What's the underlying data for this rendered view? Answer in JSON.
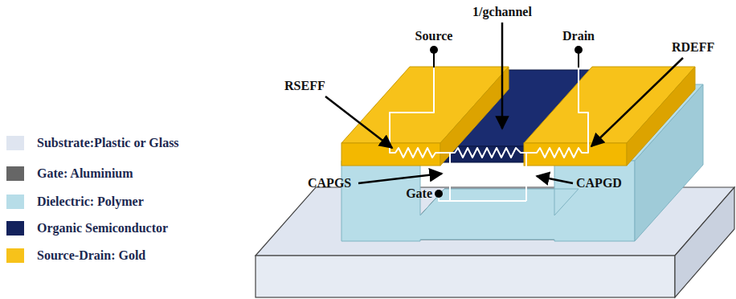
{
  "diagram": {
    "labels": [
      "1/gchannel",
      "Source",
      "Drain",
      "RDEFF",
      "RSEFF",
      "CAPGS",
      "Gate",
      "CAPGD"
    ],
    "legend": [
      {
        "text": "Substrate:Plastic or Glass",
        "color": "#dfe5f0"
      },
      {
        "text": "Gate: Aluminium",
        "color": "#666666"
      },
      {
        "text": "Dielectric: Polymer",
        "color": "#b7dde8"
      },
      {
        "text": "Organic Semiconductor",
        "color": "#13225c"
      },
      {
        "text": "Source-Drain: Gold",
        "color": "#f7c21a"
      }
    ]
  }
}
